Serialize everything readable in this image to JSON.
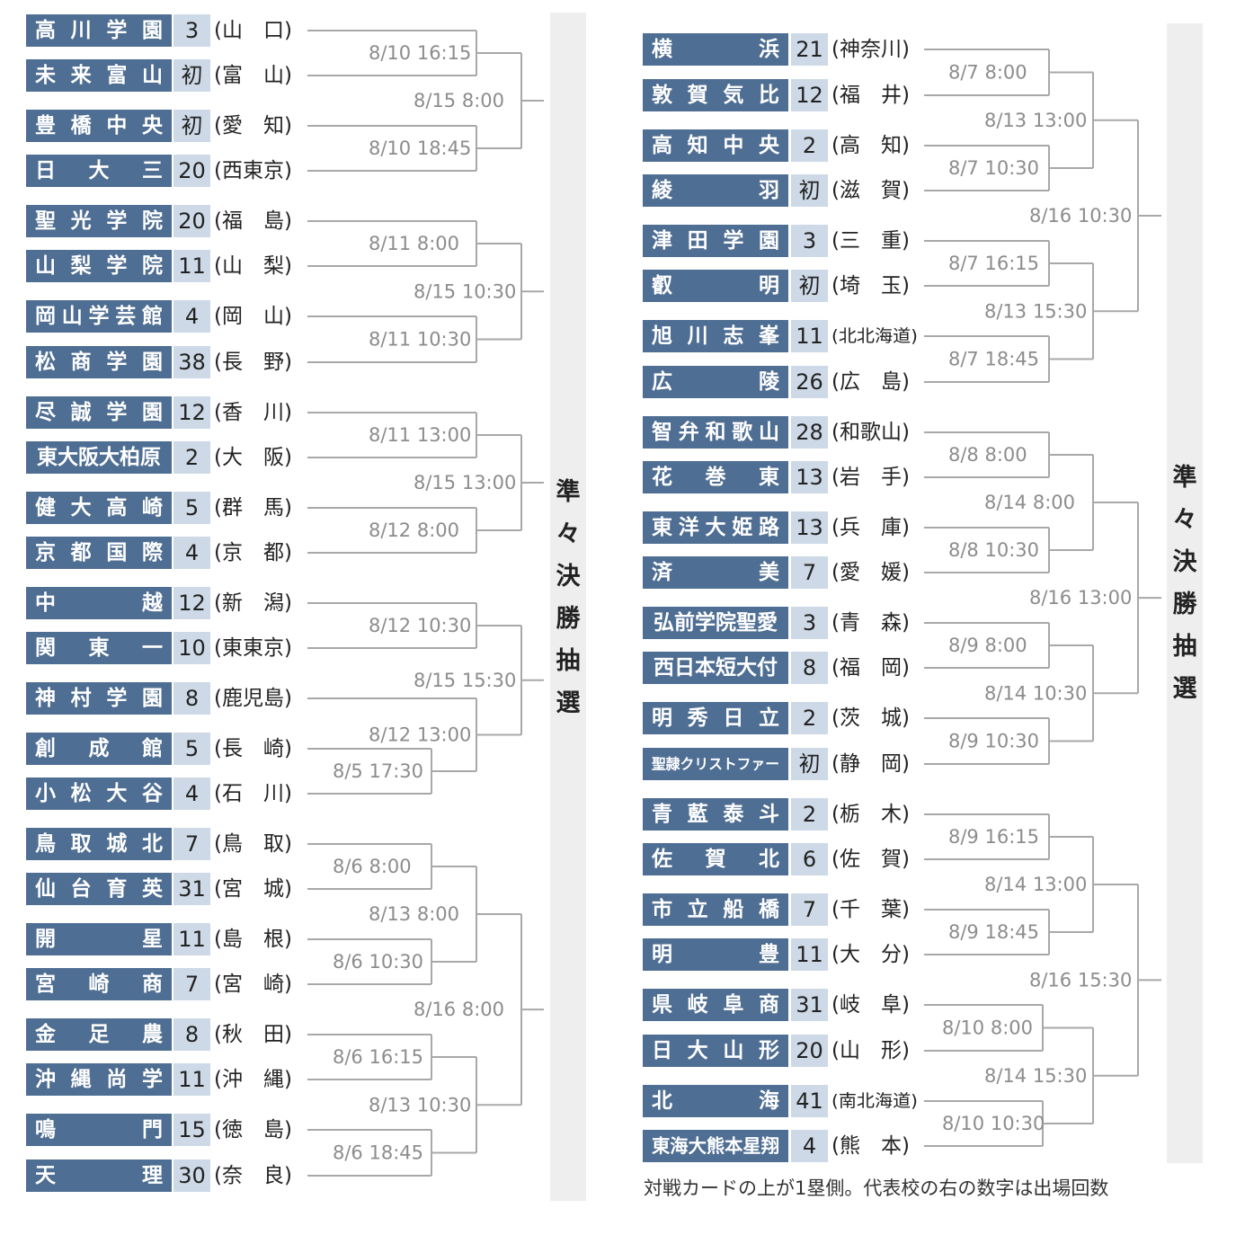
{
  "title": "準々決勝抽選",
  "note": "対戦カードの上が1塁側。代表校の右の数字は出場回数",
  "colors": {
    "name_bg": "#4f6e93",
    "count_bg": "#cdd9e6",
    "line": "#a8a8a8",
    "date": "#8c8c8c",
    "strip": "#eeeeee"
  },
  "left": {
    "teams": [
      {
        "name": "高川学園",
        "count": "3",
        "pref": "山　口"
      },
      {
        "name": "未来富山",
        "count": "初",
        "pref": "富　山"
      },
      {
        "name": "豊橋中央",
        "count": "初",
        "pref": "愛　知"
      },
      {
        "name": "日大三",
        "count": "20",
        "pref": "西東京"
      },
      {
        "name": "聖光学院",
        "count": "20",
        "pref": "福　島"
      },
      {
        "name": "山梨学院",
        "count": "11",
        "pref": "山　梨"
      },
      {
        "name": "岡山学芸館",
        "count": "4",
        "pref": "岡　山"
      },
      {
        "name": "松商学園",
        "count": "38",
        "pref": "長　野"
      },
      {
        "name": "尽誠学園",
        "count": "12",
        "pref": "香　川"
      },
      {
        "name": "東大阪大柏原",
        "count": "2",
        "pref": "大　阪"
      },
      {
        "name": "健大高崎",
        "count": "5",
        "pref": "群　馬"
      },
      {
        "name": "京都国際",
        "count": "4",
        "pref": "京　都"
      },
      {
        "name": "中越",
        "count": "12",
        "pref": "新　潟"
      },
      {
        "name": "関東一",
        "count": "10",
        "pref": "東東京"
      },
      {
        "name": "神村学園",
        "count": "8",
        "pref": "鹿児島"
      },
      {
        "name": "創成館",
        "count": "5",
        "pref": "長　崎"
      },
      {
        "name": "小松大谷",
        "count": "4",
        "pref": "石　川"
      },
      {
        "name": "鳥取城北",
        "count": "7",
        "pref": "鳥　取"
      },
      {
        "name": "仙台育英",
        "count": "31",
        "pref": "宮　城"
      },
      {
        "name": "開星",
        "count": "11",
        "pref": "島　根"
      },
      {
        "name": "宮崎商",
        "count": "7",
        "pref": "宮　崎"
      },
      {
        "name": "金足農",
        "count": "8",
        "pref": "秋　田"
      },
      {
        "name": "沖縄尚学",
        "count": "11",
        "pref": "沖　縄"
      },
      {
        "name": "鳴門",
        "count": "15",
        "pref": "徳　島"
      },
      {
        "name": "天理",
        "count": "30",
        "pref": "奈　良"
      }
    ],
    "dates": [
      "8/10 16:15",
      "8/15  8:00",
      "8/10 18:45",
      "8/11  8:00",
      "8/15 10:30",
      "8/11 10:30",
      "8/11 13:00",
      "8/15 13:00",
      "8/12  8:00",
      "8/12 10:30",
      "8/15 15:30",
      "8/12 13:00",
      "8/5 17:30",
      "8/6  8:00",
      "8/13  8:00",
      "8/6 10:30",
      "8/16  8:00",
      "8/6 16:15",
      "8/13 10:30",
      "8/6 18:45"
    ]
  },
  "right": {
    "teams": [
      {
        "name": "横浜",
        "count": "21",
        "pref": "神奈川"
      },
      {
        "name": "敦賀気比",
        "count": "12",
        "pref": "福　井"
      },
      {
        "name": "高知中央",
        "count": "2",
        "pref": "高　知"
      },
      {
        "name": "綾羽",
        "count": "初",
        "pref": "滋　賀"
      },
      {
        "name": "津田学園",
        "count": "3",
        "pref": "三　重"
      },
      {
        "name": "叡明",
        "count": "初",
        "pref": "埼　玉"
      },
      {
        "name": "旭川志峯",
        "count": "11",
        "pref": "北北海道"
      },
      {
        "name": "広陵",
        "count": "26",
        "pref": "広　島"
      },
      {
        "name": "智弁和歌山",
        "count": "28",
        "pref": "和歌山"
      },
      {
        "name": "花巻東",
        "count": "13",
        "pref": "岩　手"
      },
      {
        "name": "東洋大姫路",
        "count": "13",
        "pref": "兵　庫"
      },
      {
        "name": "済美",
        "count": "7",
        "pref": "愛　媛"
      },
      {
        "name": "弘前学院聖愛",
        "count": "3",
        "pref": "青　森"
      },
      {
        "name": "西日本短大付",
        "count": "8",
        "pref": "福　岡"
      },
      {
        "name": "明秀日立",
        "count": "2",
        "pref": "茨　城"
      },
      {
        "name": "聖隷クリストファー",
        "count": "初",
        "pref": "静　岡"
      },
      {
        "name": "青藍泰斗",
        "count": "2",
        "pref": "栃　木"
      },
      {
        "name": "佐賀北",
        "count": "6",
        "pref": "佐　賀"
      },
      {
        "name": "市立船橋",
        "count": "7",
        "pref": "千　葉"
      },
      {
        "name": "明豊",
        "count": "11",
        "pref": "大　分"
      },
      {
        "name": "県岐阜商",
        "count": "31",
        "pref": "岐　阜"
      },
      {
        "name": "日大山形",
        "count": "20",
        "pref": "山　形"
      },
      {
        "name": "北海",
        "count": "41",
        "pref": "南北海道"
      },
      {
        "name": "東海大熊本星翔",
        "count": "4",
        "pref": "熊　本"
      }
    ],
    "dates": [
      "8/7  8:00",
      "8/13 13:00",
      "8/7 10:30",
      "8/16 10:30",
      "8/7 16:15",
      "8/13 15:30",
      "8/7 18:45",
      "8/8  8:00",
      "8/14  8:00",
      "8/8 10:30",
      "8/16 13:00",
      "8/9  8:00",
      "8/14 10:30",
      "8/9 10:30",
      "8/9 16:15",
      "8/14 13:00",
      "8/9 18:45",
      "8/16 15:30",
      "8/10  8:00",
      "8/14 15:30",
      "8/10 10:30"
    ]
  }
}
